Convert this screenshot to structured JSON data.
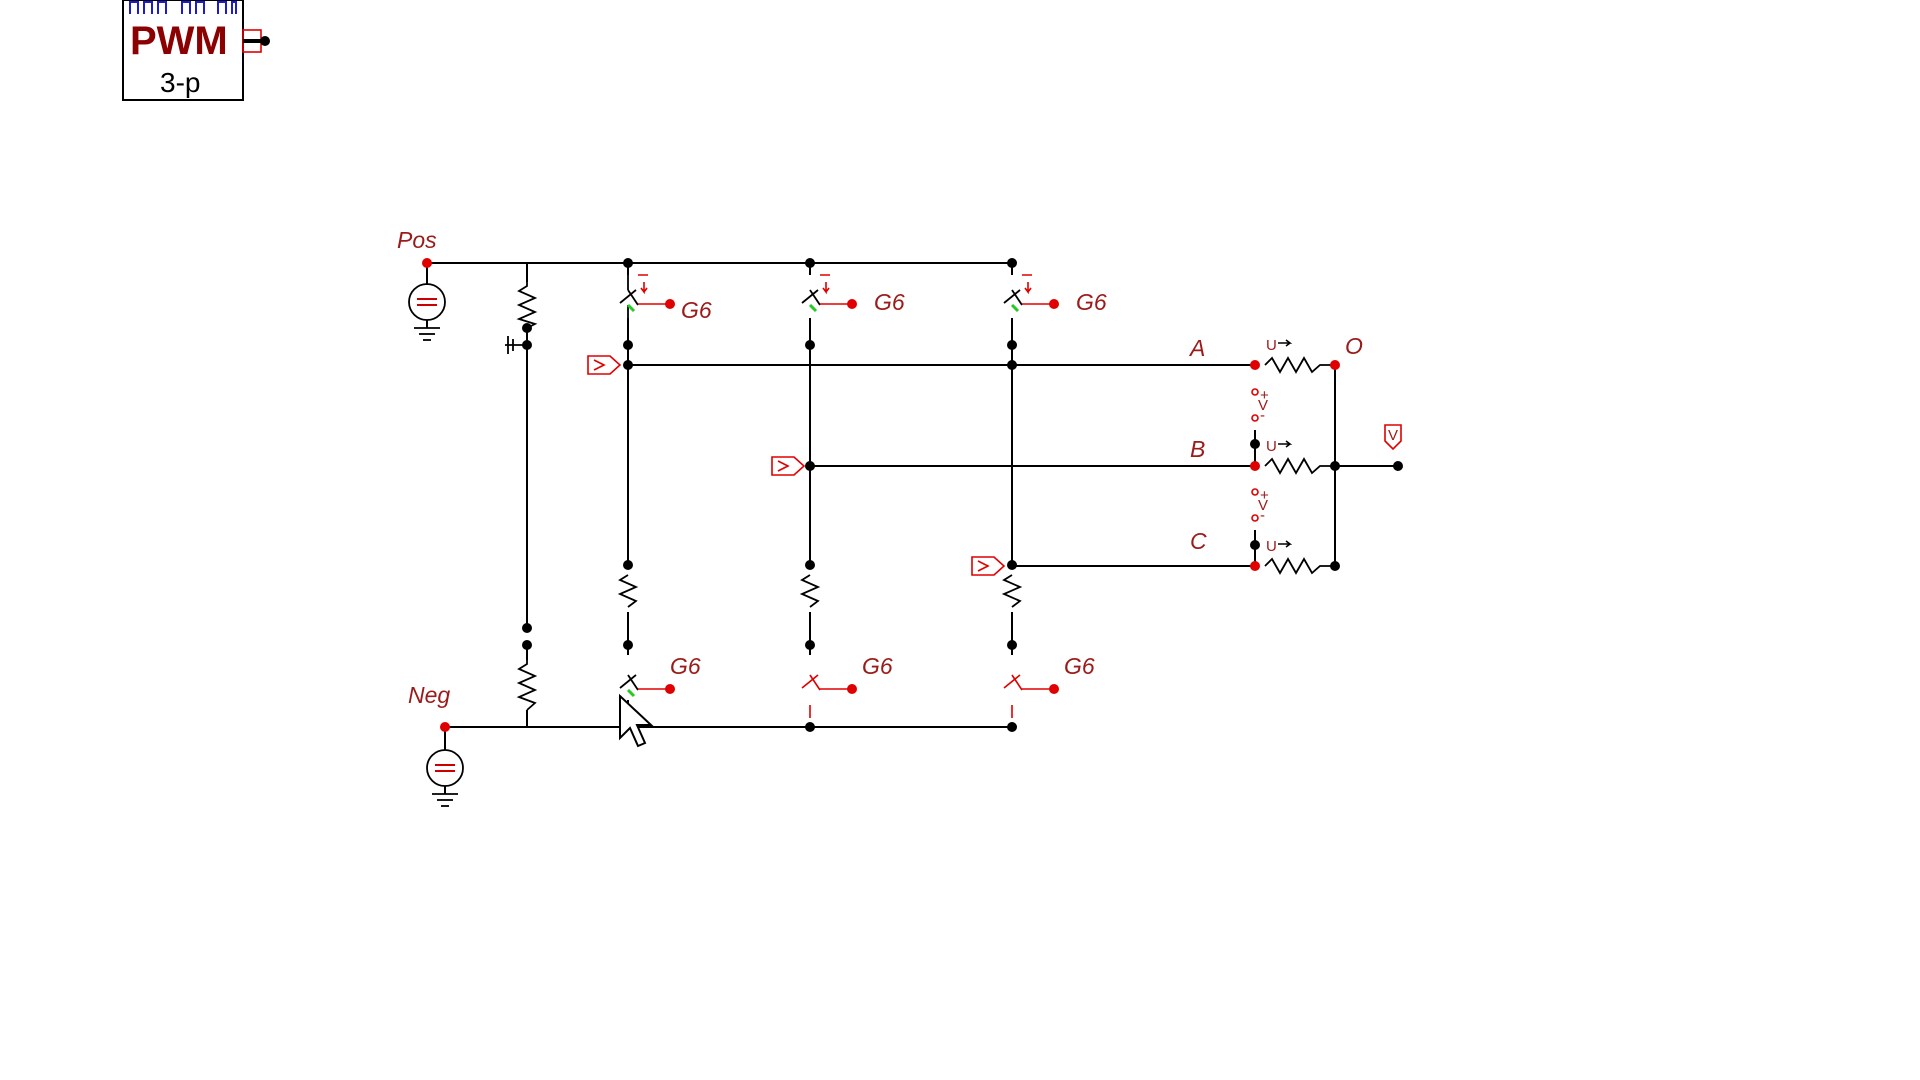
{
  "pwm_block": {
    "title": "PWM",
    "subtitle": "3-p"
  },
  "labels": {
    "pos": "Pos",
    "neg": "Neg",
    "phase_a": "A",
    "phase_b": "B",
    "phase_c": "C",
    "output": "O",
    "gate": "G6",
    "current_marker": "U"
  },
  "colors": {
    "wire": "#000000",
    "terminal": "#e00000",
    "label": "#9b1b1b",
    "pwm_title": "#8b0000",
    "pwm_stripes": "#1c1ccc"
  },
  "icons": [
    "voltage-source-icon",
    "ground-icon",
    "resistor-icon",
    "igbt-switch-icon",
    "voltmeter-icon",
    "mouse-pointer-icon"
  ]
}
